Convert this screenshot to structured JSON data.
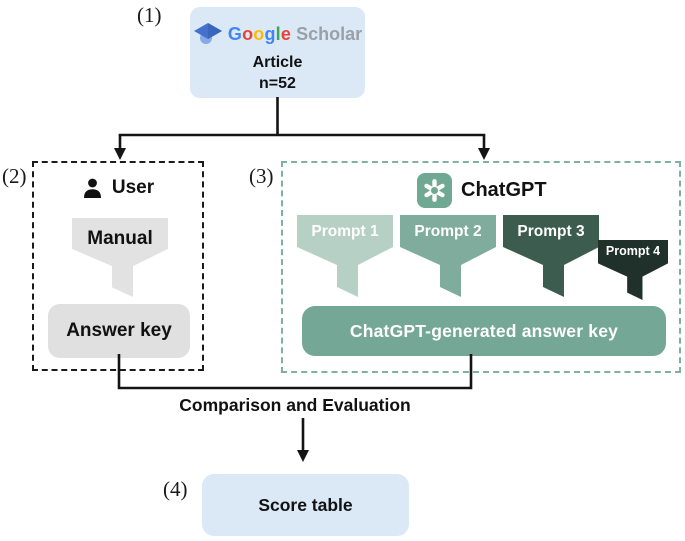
{
  "steps": {
    "s1": "(1)",
    "s2": "(2)",
    "s3": "(3)",
    "s4": "(4)"
  },
  "source": {
    "icon": "google-scholar-cap-icon",
    "logo_letters": [
      {
        "ch": "G",
        "color": "#4285F4"
      },
      {
        "ch": "o",
        "color": "#EA4335"
      },
      {
        "ch": "o",
        "color": "#FBBC05"
      },
      {
        "ch": "g",
        "color": "#4285F4"
      },
      {
        "ch": "l",
        "color": "#34A853"
      },
      {
        "ch": "e",
        "color": "#EA4335"
      }
    ],
    "logo_suffix": "Scholar",
    "logo_suffix_color": "#9aa0a6",
    "line1": "Article",
    "line2": "n=52",
    "bg": "#dbe9f7"
  },
  "user_panel": {
    "title": "User",
    "icon": "user-icon",
    "funnel": {
      "label": "Manual",
      "color": "#e2e2e2"
    },
    "output": {
      "label": "Answer key",
      "bg": "#e0e0e0"
    }
  },
  "chatgpt_panel": {
    "title": "ChatGPT",
    "icon": "chatgpt-logo-icon",
    "logo_bg": "#6fa893",
    "border_color": "#7fb0a1",
    "prompts": [
      {
        "label": "Prompt 1",
        "color": "#b7d0c5"
      },
      {
        "label": "Prompt 2",
        "color": "#7fac9c"
      },
      {
        "label": "Prompt 3",
        "color": "#3d5c50"
      },
      {
        "label": "Prompt 4",
        "color": "#20302a"
      }
    ],
    "output": {
      "label": "ChatGPT-generated answer key",
      "bg": "#74a796",
      "text_color": "#ffffff"
    }
  },
  "comparison": {
    "label": "Comparison and Evaluation"
  },
  "result": {
    "label": "Score table",
    "bg": "#dbe9f7"
  },
  "line_color": "#141414"
}
